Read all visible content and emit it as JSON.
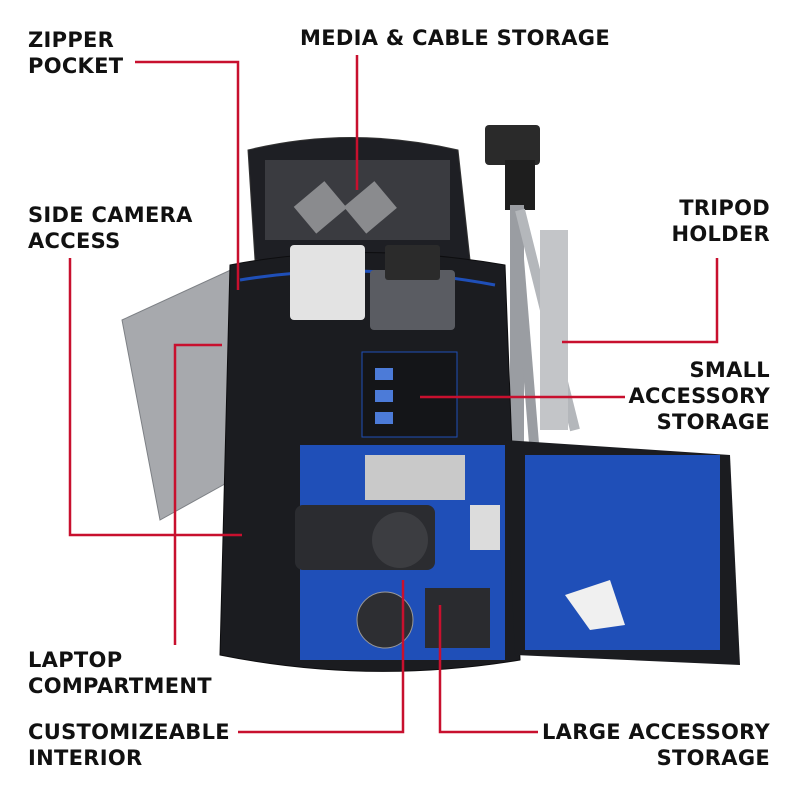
{
  "labels": {
    "zipper_pocket": [
      "ZIPPER",
      "POCKET"
    ],
    "media_cable": "MEDIA & CABLE STORAGE",
    "side_camera": [
      "SIDE CAMERA",
      "ACCESS"
    ],
    "tripod_holder": [
      "TRIPOD",
      "HOLDER"
    ],
    "small_accessory": [
      "SMALL",
      "ACCESSORY",
      "STORAGE"
    ],
    "laptop": [
      "LAPTOP",
      "COMPARTMENT"
    ],
    "interior": [
      "CUSTOMIZEABLE",
      "INTERIOR"
    ],
    "large_accessory": [
      "LARGE ACCESSORY",
      "STORAGE"
    ]
  },
  "colors": {
    "leader_line": "#c8102e",
    "bag_body": "#1b1c20",
    "bag_interior": "#1f4fb8",
    "laptop": "#a7a9ad",
    "tripod": "#9a9da2"
  }
}
